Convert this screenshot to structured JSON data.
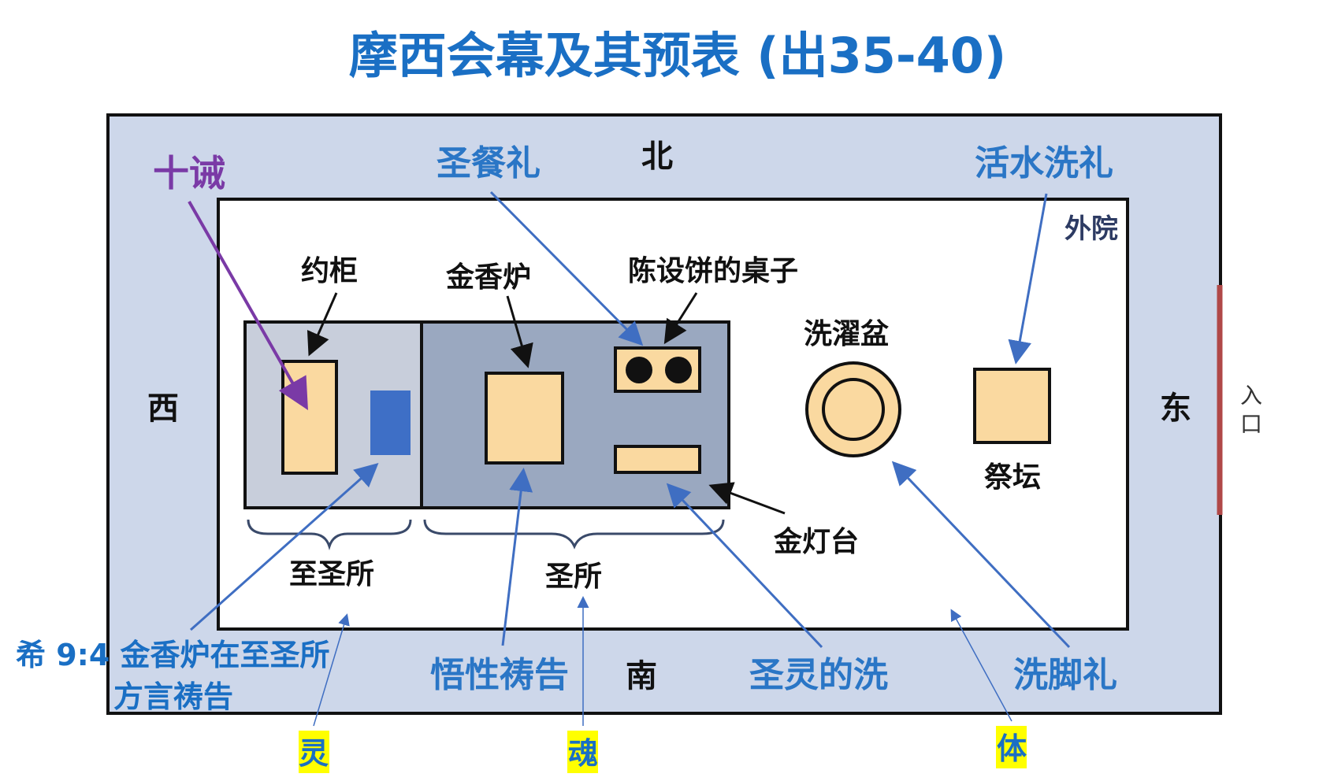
{
  "title": "摩西会幕及其预表 (出35-40)",
  "directions": {
    "north": "北",
    "south": "南",
    "west": "西",
    "east": "东"
  },
  "entrance": [
    "入",
    "口"
  ],
  "outer_court_label": "外院",
  "furniture": {
    "ark": "约柜",
    "incense_altar": "金香炉",
    "showbread_table": "陈设饼的桌子",
    "laver": "洗濯盆",
    "altar": "祭坛",
    "lampstand": "金灯台"
  },
  "areas": {
    "holy_of_holies": "至圣所",
    "holy_place": "圣所"
  },
  "types": {
    "ten_commandments": "十诫",
    "communion": "圣餐礼",
    "living_water_baptism": "活水洗礼",
    "hebrews_ref": "希 9:4 金香炉在至圣所",
    "tongues_prayer": "方言祷告",
    "understanding_prayer": "悟性祷告",
    "spirit_washing": "圣灵的洗",
    "foot_washing": "洗脚礼"
  },
  "highlights": {
    "spirit": "灵",
    "soul": "魂",
    "body": "体"
  },
  "colors": {
    "title_blue": "#1a6fc4",
    "type_blue": "#2a76c6",
    "court_border_fill": "#cdd7ea",
    "holy_of_holies_fill": "#c8cedb",
    "holy_place_fill": "#9aa8c0",
    "furniture_fill": "#fad9a0",
    "blue_box": "#3e6fc6",
    "purple": "#7a3aa6",
    "entrance_red": "#b04848",
    "highlight_yellow": "#ffff00"
  }
}
